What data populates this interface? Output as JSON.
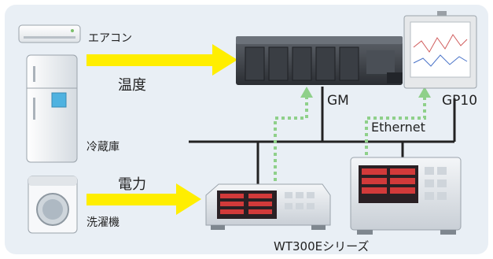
{
  "appliances": [
    {
      "label": "エアコン",
      "icon": "air-conditioner-icon"
    },
    {
      "label": "冷蔵庫",
      "icon": "refrigerator-icon"
    },
    {
      "label": "洗濯機",
      "icon": "washing-machine-icon"
    }
  ],
  "signals": {
    "temperature": "温度",
    "power": "電力"
  },
  "devices": {
    "gm": "GM",
    "gp10": "GP10",
    "wt300e": "WT300Eシリーズ"
  },
  "network": {
    "label": "Ethernet"
  },
  "colors": {
    "background": "#e9eff5",
    "arrow": "#ffee00",
    "network_line": "#222222",
    "dotted_link": "#8fd08a"
  }
}
